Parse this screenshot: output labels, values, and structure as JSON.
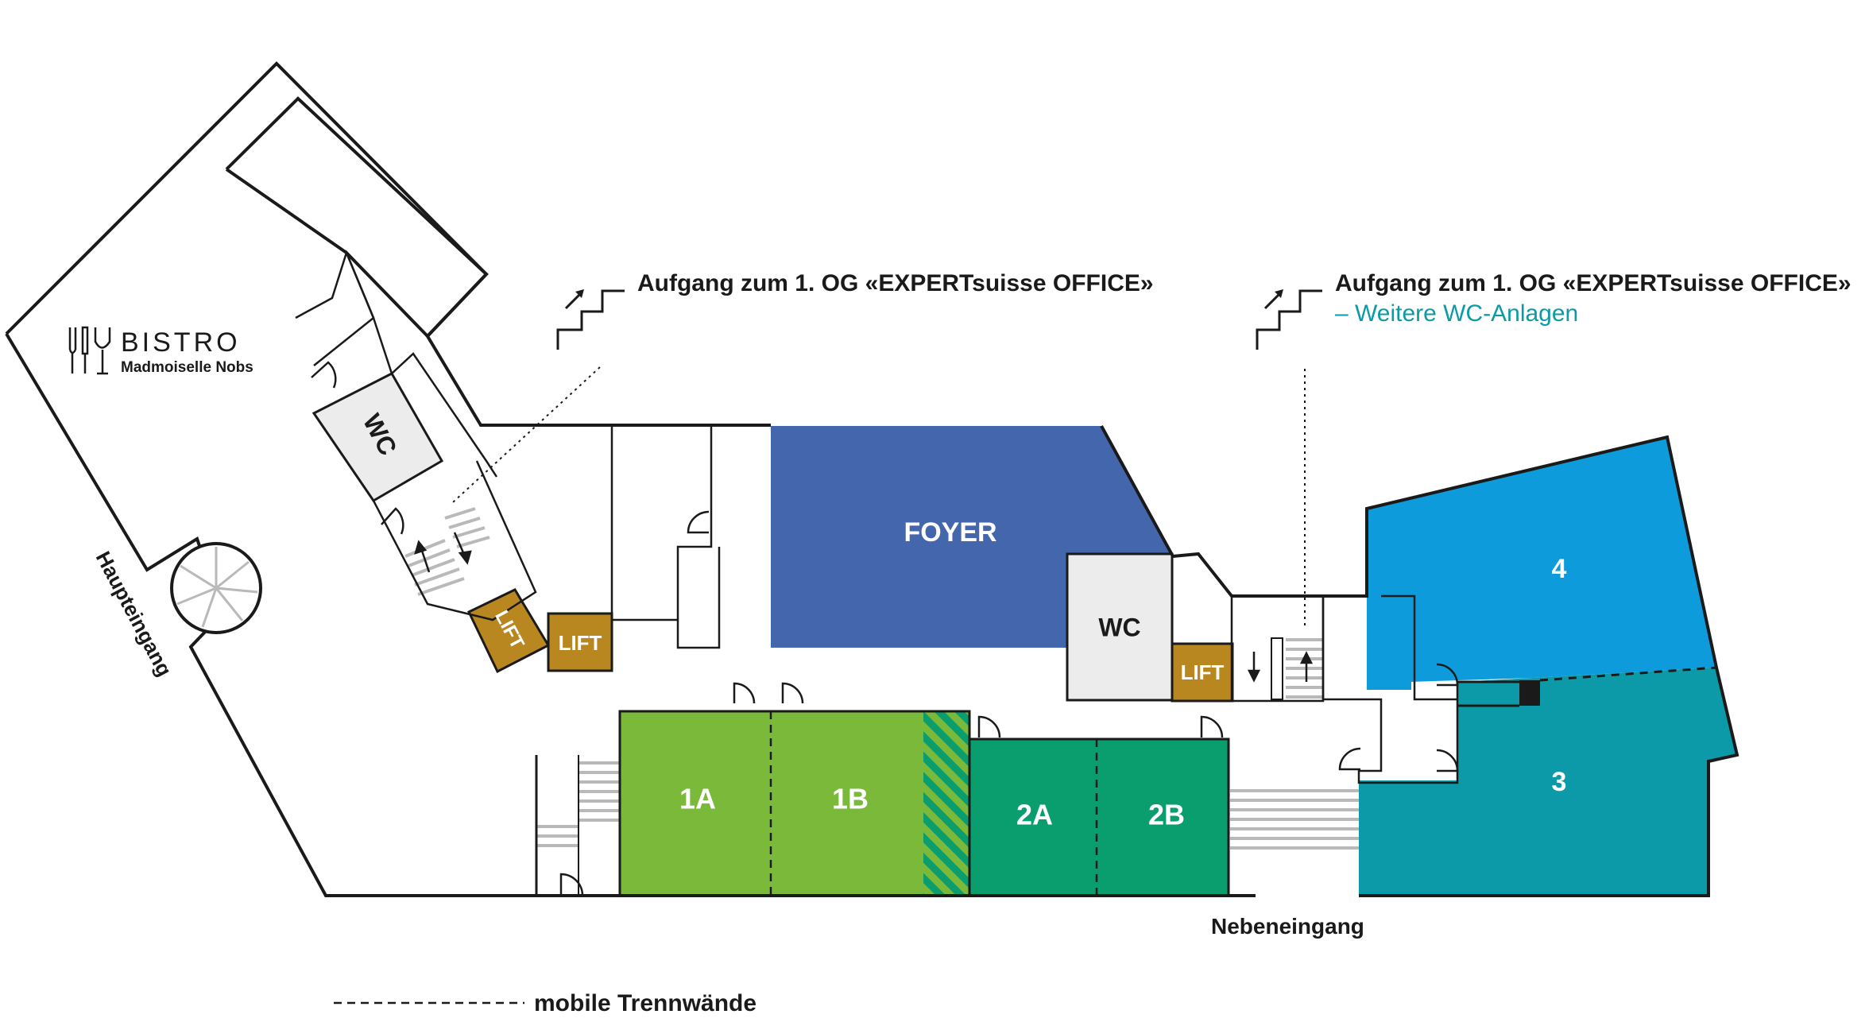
{
  "bistro": {
    "title": "BISTRO",
    "subtitle": "Madmoiselle Nobs"
  },
  "entrances": {
    "main": "Haupteingang",
    "side": "Nebeneingang"
  },
  "stairs": {
    "left_label": "Aufgang zum 1. OG «EXPERTsuisse OFFICE»",
    "right_label": "Aufgang zum 1. OG «EXPERTsuisse OFFICE»",
    "right_sublabel": "– Weitere WC-Anlagen"
  },
  "rooms": {
    "foyer": "FOYER",
    "r1a": "1A",
    "r1b": "1B",
    "r2a": "2A",
    "r2b": "2B",
    "r3": "3",
    "r4": "4"
  },
  "facilities": {
    "wc_left": "WC",
    "wc_right": "WC",
    "lift_1": "LIFT",
    "lift_2": "LIFT",
    "lift_3": "LIFT"
  },
  "legend": {
    "mobile_walls": "mobile Trennwände"
  },
  "colors": {
    "foyer": "#4466ad",
    "room_1": "#7ab93a",
    "room_2": "#0a9d6e",
    "room_3": "#0c9aa8",
    "room_4": "#0e9bdb",
    "lift": "#b8871f",
    "wc": "#ececec",
    "accent_text": "#0c9aa8"
  },
  "icons": [
    "bistro-icon",
    "stairs-up-icon",
    "door-icon",
    "arrow-icon"
  ]
}
